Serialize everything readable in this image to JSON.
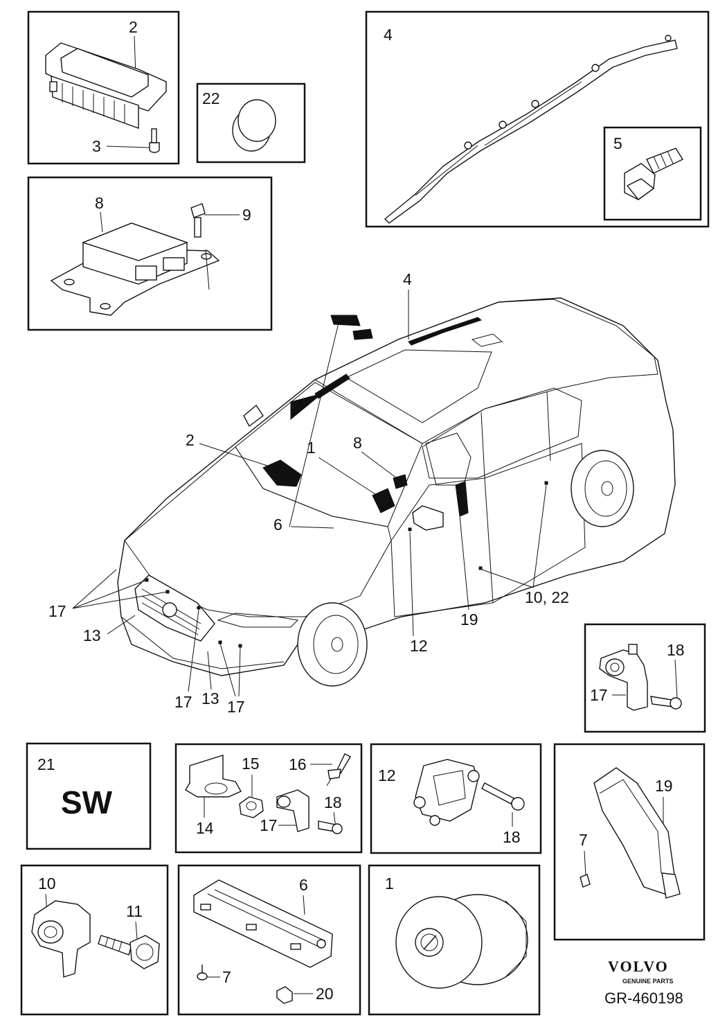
{
  "callouts": {
    "c2_box": "2",
    "c3_box": "3",
    "c22_box": "22",
    "c4_box": "4",
    "c5_box": "5",
    "c8_box": "8",
    "c9_box": "9",
    "c4_car": "4",
    "c2_car": "2",
    "c1_car": "1",
    "c8_car": "8",
    "c6_car": "6",
    "c17_left": "17",
    "c13_left": "13",
    "c12_car": "12",
    "c19_car": "19",
    "c10_22_car": "10, 22",
    "c17_bot_a": "17",
    "c13_bot": "13",
    "c17_bot_b": "17",
    "c18_sensor": "18",
    "c17_sensor": "17",
    "c21_box": "21",
    "c15_box": "15",
    "c16_box": "16",
    "c18_mid": "18",
    "c14_box": "14",
    "c17_mid": "17",
    "c12_box": "12",
    "c18_box12": "18",
    "c19_box": "19",
    "c7_box19": "7",
    "c10_box": "10",
    "c11_box": "11",
    "c6_box": "6",
    "c7_box6": "7",
    "c20_box": "20",
    "c1_box": "1"
  },
  "software_label": "SW",
  "brand": {
    "name": "VOLVO",
    "tagline": "GENUINE PARTS"
  },
  "reference": "GR-460198"
}
